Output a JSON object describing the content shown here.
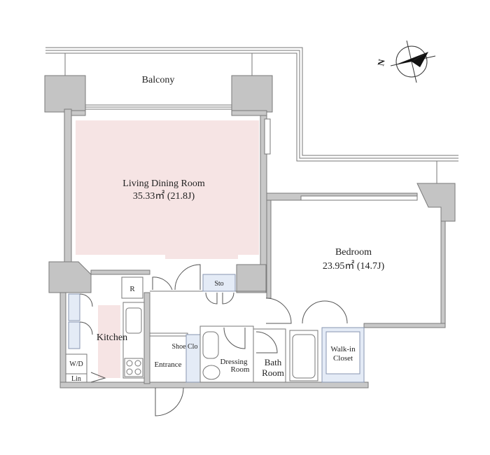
{
  "rooms": {
    "balcony": "Balcony",
    "living_name": "Living Dining Room",
    "living_area": "35.33㎡ (21.8J)",
    "bedroom_name": "Bedroom",
    "bedroom_area": "23.95㎡ (14.7J)",
    "kitchen": "Kitchen",
    "entrance": "Entrance",
    "dressing_line1": "Dressing",
    "dressing_line2": "Room",
    "bath_line1": "Bath",
    "bath_line2": "Room",
    "walkin_line1": "Walk-in",
    "walkin_line2": "Closet"
  },
  "fixtures": {
    "refrigerator": "R",
    "storage": "Sto",
    "washer_dryer": "W/D",
    "linen": "Lin",
    "shoe_closet": "Shoe Clo"
  },
  "compass": {
    "north_letter": "N"
  },
  "colors": {
    "living_fill": "#f6e4e4",
    "kitchen_fill": "#f6e4e4",
    "wall": "#c8c8c8",
    "storage_fill": "#e4ebf6"
  }
}
